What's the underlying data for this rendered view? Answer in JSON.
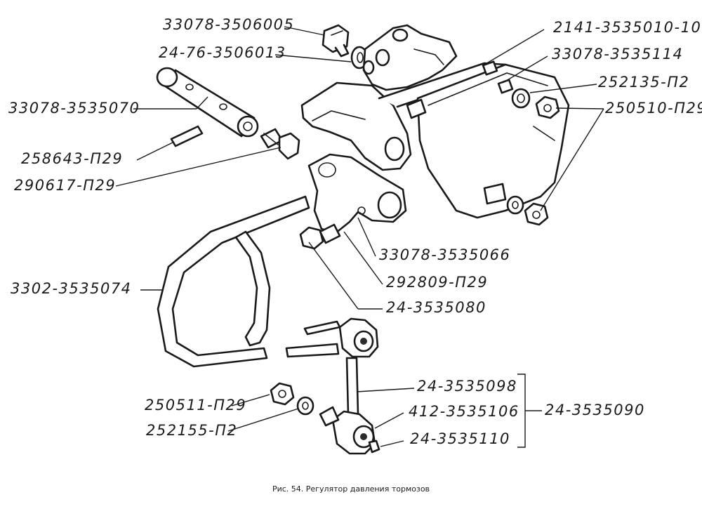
{
  "caption": "Рис. 54. Регулятор давления тормозов",
  "labels": {
    "l1": "33078-3506005",
    "l2": "24-76-3506013",
    "l3": "33078-3535070",
    "l4": "258643-П29",
    "l5": "290617-П29",
    "l6": "2141-3535010-10",
    "l7": "33078-3535114",
    "l8": "252135-П2",
    "l9": "250510-П29",
    "l10": "33078-3535066",
    "l11": "3302-3535074",
    "l12": "292809-П29",
    "l13": "24-3535080",
    "l14": "24-3535098",
    "l15": "24-3535090",
    "l16": "250511-П29",
    "l17": "412-3535106",
    "l18": "252155-П2",
    "l19": "24-3535110"
  }
}
